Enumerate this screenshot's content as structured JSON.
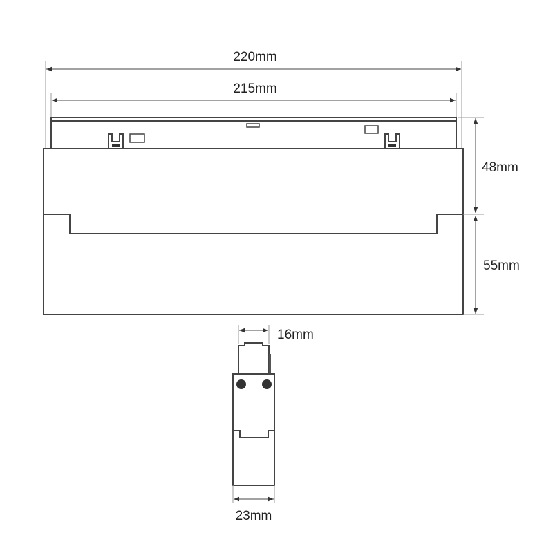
{
  "dimensions": {
    "overall_length": "220mm",
    "top_length": "215mm",
    "upper_height": "48mm",
    "lower_height": "55mm",
    "top_width": "16mm",
    "body_width": "23mm"
  },
  "colors": {
    "line": "#444444",
    "text": "#222222"
  }
}
